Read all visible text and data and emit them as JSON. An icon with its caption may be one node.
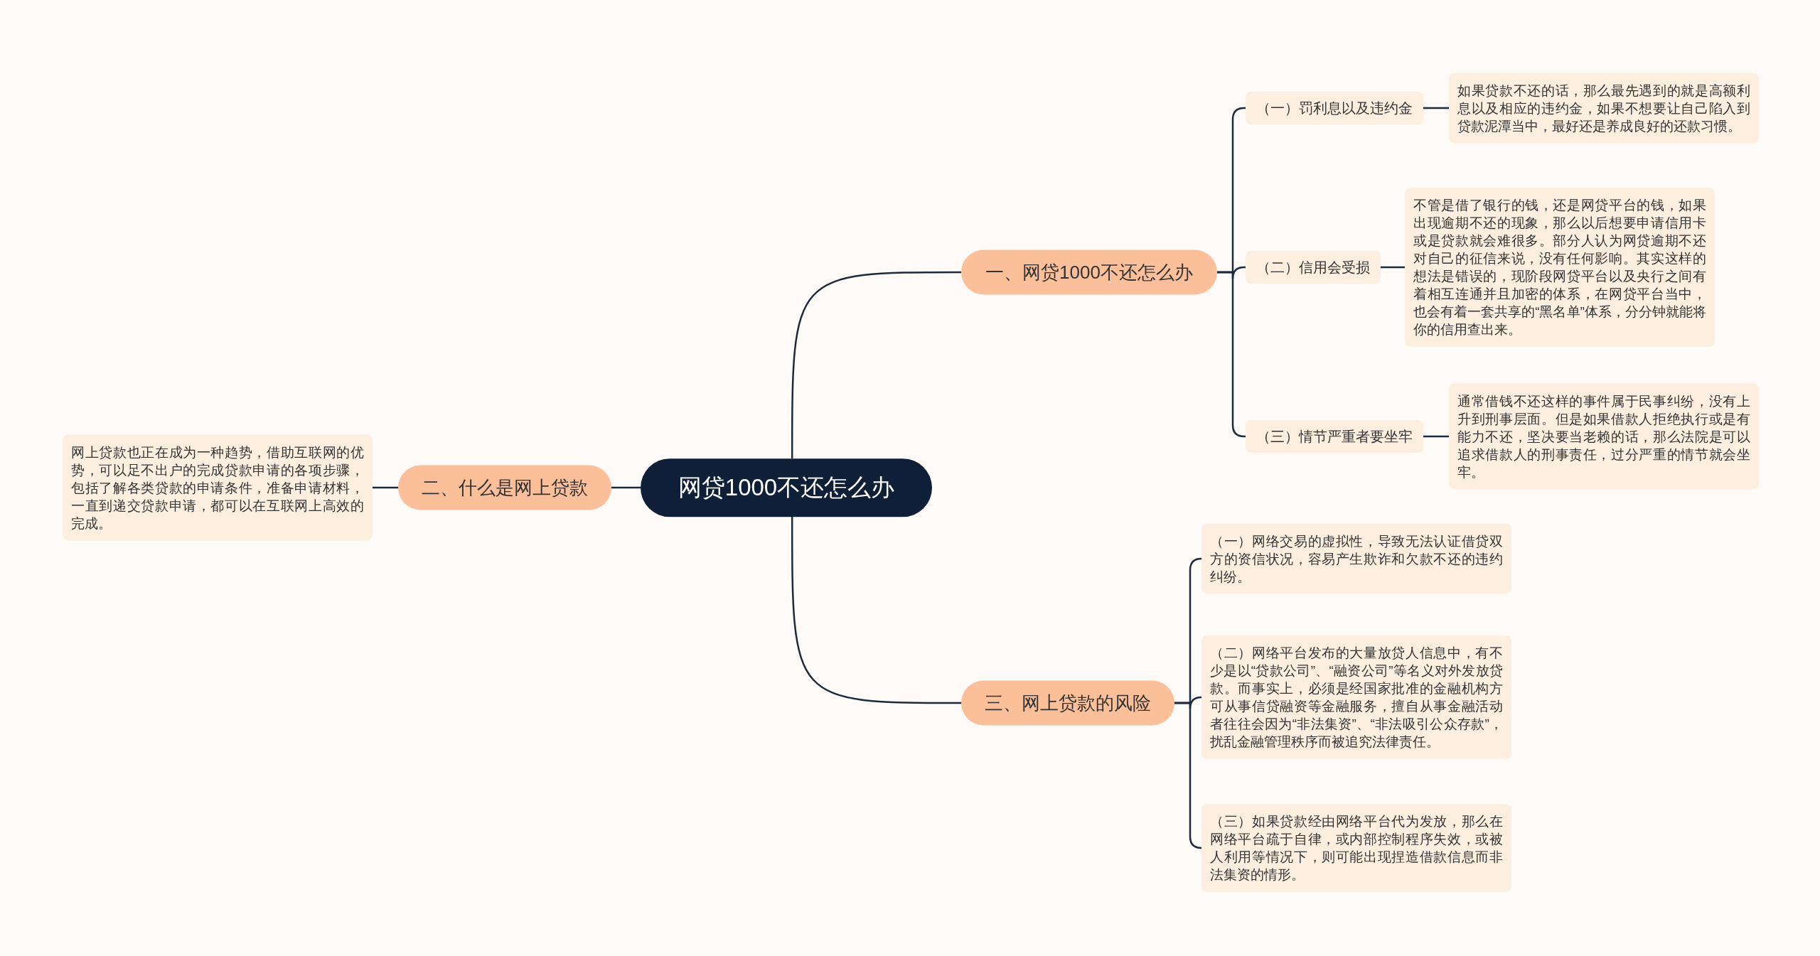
{
  "diagram": {
    "nodes": [
      {
        "text": [
          "网贷1000不还怎么办"
        ]
      },
      {
        "text": [
          "一、网贷1000不还怎么办"
        ]
      },
      {
        "text": [
          "（一）罚利息以及违约金"
        ]
      },
      {
        "text": [
          "如果贷款不还的话，那么最先遇到的就是高额利息以及相应的违约金，如果不想要让自己陷入到贷款泥潭当中，最好还是养成良好的还款习惯。"
        ]
      },
      {
        "text": [
          "（二）信用会受损"
        ]
      },
      {
        "text": [
          "不管是借了银行的钱，还是网贷平台的钱，如果出现逾期不还的现象，那么以后想要申请信用卡或是贷款就会难很多。部分人认为网贷逾期不还对自己的征信来说，没有任何影响。其实这样的想法是错误的，现阶段网贷平台以及央行之间有着相互连通并且加密的体系，在网贷平台当中，也会有着一套共享的“黑名单”体系，分分钟就能将你的信用查出来。"
        ]
      },
      {
        "text": [
          "（三）情节严重者要坐牢"
        ]
      },
      {
        "text": [
          "通常借钱不还这样的事件属于民事纠纷，没有上升到刑事层面。但是如果借款人拒绝执行或是有能力不还，坚决要当老赖的话，那么法院是可以追求借款人的刑事责任，过分严重的情节就会坐牢。"
        ]
      },
      {
        "text": [
          "二、什么是网上贷款"
        ]
      },
      {
        "text": [
          "网上贷款也正在成为一种趋势，借助互联网的优势，可以足不出户的完成贷款申请的各项步骤，包括了解各类贷款的申请条件，准备申请材料，一直到递交贷款申请，都可以在互联网上高效的完成。"
        ]
      },
      {
        "text": [
          "三、网上贷款的风险"
        ]
      },
      {
        "text": [
          "（一）网络交易的虚拟性，导致无法认证借贷双方的资信状况，容易产生欺诈和欠款不还的违约纠纷。"
        ]
      },
      {
        "text": [
          "（二）网络平台发布的大量放贷人信息中，有不少是以“贷款公司”、“融资公司”等名义对外发放贷款。而事实上，必须是经国家批准的金融机构方可从事信贷融资等金融服务，擅自从事金融活动者往往会因为“非法集资”、“非法吸引公众存款”，扰乱金融管理秩序而被追究法律责任。"
        ]
      },
      {
        "text": [
          "（三）如果贷款经由网络平台代为发放，那么在网络平台疏于自律，或内部控制程序失效，或被人利用等情况下，则可能出现捏造借款信息而非法集资的情形。"
        ]
      }
    ],
    "edges": [
      {
        "from": 0,
        "to": 1,
        "arrow": "none"
      },
      {
        "from": 1,
        "to": 2,
        "arrow": "none"
      },
      {
        "from": 2,
        "to": 3,
        "arrow": "none"
      },
      {
        "from": 1,
        "to": 4,
        "arrow": "none"
      },
      {
        "from": 4,
        "to": 5,
        "arrow": "none"
      },
      {
        "from": 1,
        "to": 6,
        "arrow": "none"
      },
      {
        "from": 6,
        "to": 7,
        "arrow": "none"
      },
      {
        "from": 0,
        "to": 8,
        "arrow": "none"
      },
      {
        "from": 8,
        "to": 9,
        "arrow": "none"
      },
      {
        "from": 0,
        "to": 10,
        "arrow": "none"
      },
      {
        "from": 10,
        "to": 11,
        "arrow": "none"
      },
      {
        "from": 10,
        "to": 12,
        "arrow": "none"
      },
      {
        "from": 10,
        "to": 13,
        "arrow": "none"
      }
    ]
  }
}
